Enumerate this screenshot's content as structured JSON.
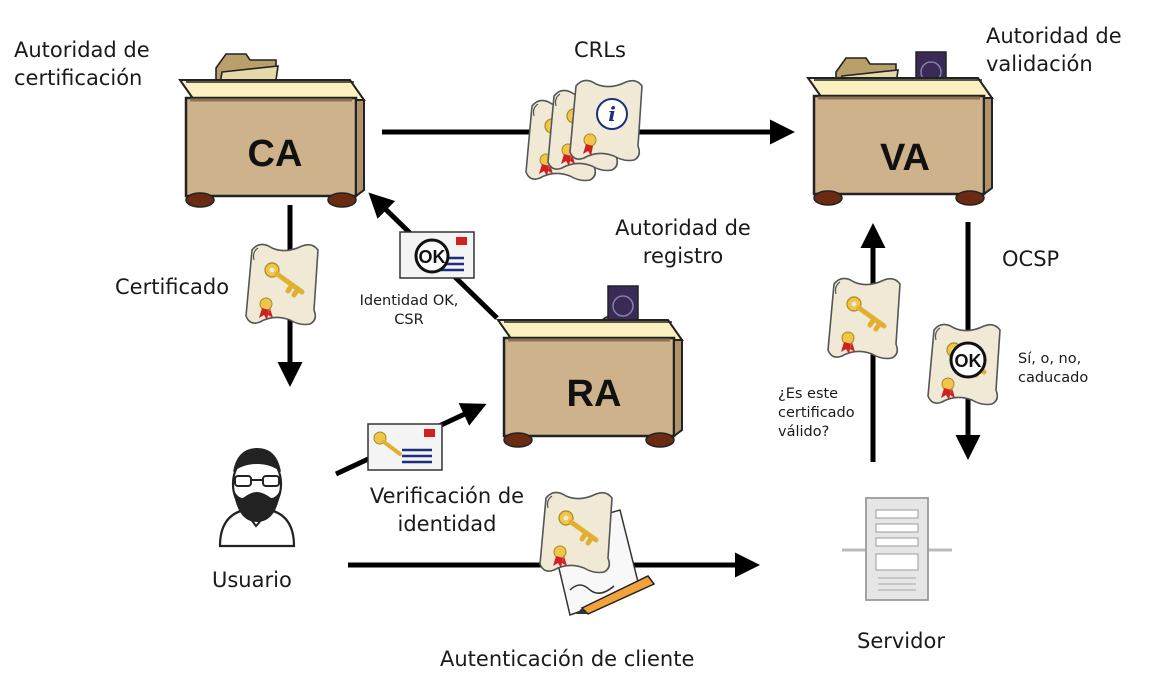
{
  "nodes": {
    "ca": {
      "title_line1": "Autoridad de",
      "title_line2": "certificación",
      "box_label": "CA"
    },
    "va": {
      "title_line1": "Autoridad de",
      "title_line2": "validación",
      "box_label": "VA"
    },
    "ra": {
      "title_line1": "Autoridad de",
      "title_line2": "registro",
      "box_label": "RA"
    },
    "user": {
      "label": "Usuario"
    },
    "server": {
      "label": "Servidor"
    }
  },
  "edges": {
    "crls": {
      "label": "CRLs"
    },
    "certificado": {
      "label": "Certificado"
    },
    "identidad_ok": {
      "line1": "Identidad OK,",
      "line2": "CSR"
    },
    "verificacion": {
      "line1": "Verificación de",
      "line2": "identidad"
    },
    "autenticacion": {
      "label": "Autenticación de cliente"
    },
    "ocsp": {
      "label": "OCSP"
    },
    "respuesta": {
      "line1": "Sí, o, no,",
      "line2": "caducado"
    },
    "pregunta": {
      "line1": "¿Es este",
      "line2": "certificado",
      "line3": "válido?"
    }
  },
  "badges": {
    "ok": "OK"
  },
  "colors": {
    "box": "#cdb28c",
    "box_top": "#fbf0c0",
    "scroll": "#efe9d6",
    "key": "#f0c54a",
    "seal": "#cc2222",
    "arrow": "#000000"
  }
}
